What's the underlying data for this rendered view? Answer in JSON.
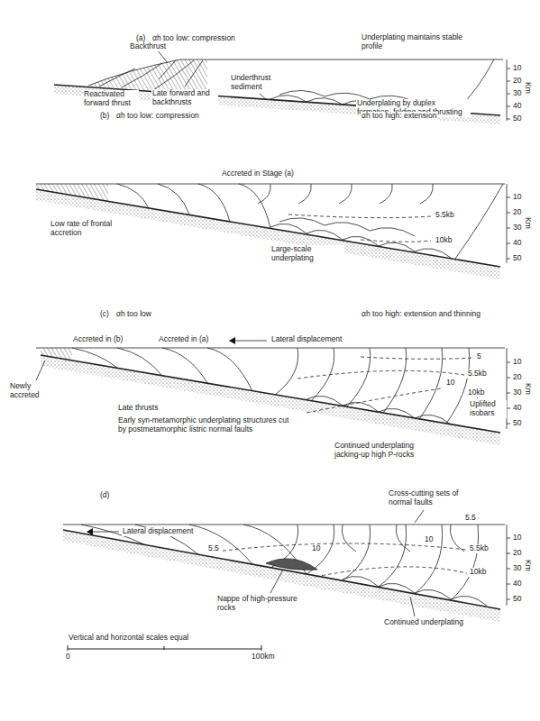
{
  "diagram": {
    "labels": [
      "(a)",
      "αh too low: compression",
      "Underplating maintains stable profile",
      "Backthrust",
      "Reactivated forward thrust",
      "Late forward and backthrusts",
      "Underthrust sediment",
      "Underplating by duplex formation, folding and thrusting",
      "10",
      "20",
      "30",
      "40",
      "50",
      "Km",
      "(b)",
      "αh too low: compression",
      "αh too high: extension",
      "Accreted in Stage (a)",
      "5.5kb",
      "10kb",
      "Low rate of frontal accretion",
      "Large-scale underplating",
      "10",
      "20",
      "30",
      "40",
      "50",
      "Km",
      "(c)",
      "αh too low",
      "αh too high: extension and thinning",
      "Accreted in (b)",
      "Accreted in (a)",
      "Lateral displacement",
      "5",
      "5.5kb",
      "10",
      "10kb",
      "Newly accreted",
      "Late thrusts",
      "Early syn-metamorphic underplating structures cut by postmetamorphic listric normal faults",
      "Continued underplating jacking-up high P-rocks",
      "Uplifted isobars",
      "10",
      "20",
      "30",
      "40",
      "50",
      "Km",
      "(d)",
      "Cross-cutting sets of normal faults",
      "Lateral displacement",
      "5.5",
      "10",
      "10",
      "5.5",
      "5.5kb",
      "10kb",
      "Nappe of high-pressure rocks",
      "Continued underplating",
      "10",
      "20",
      "30",
      "40",
      "50",
      "Km",
      "Vertical and horizontal scales equal",
      "0",
      "100km"
    ]
  }
}
